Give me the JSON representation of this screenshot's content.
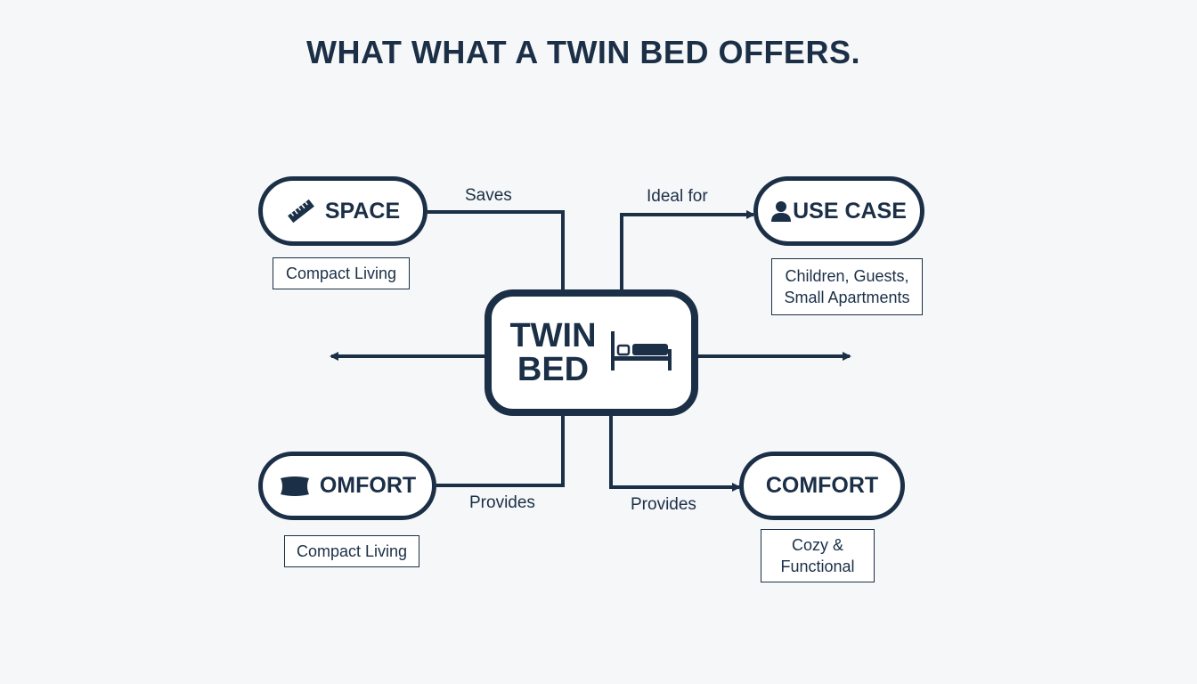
{
  "title": "WHAT WHAT A TWIN BED OFFERS.",
  "center": {
    "line1": "TWIN",
    "line2": "BED",
    "icon": "bed-icon"
  },
  "nodes": {
    "space": {
      "label": "SPACE",
      "icon": "ruler-icon"
    },
    "use_case": {
      "label": "USE CASE",
      "icon": "person-icon"
    },
    "omfort": {
      "label": "OMFORT",
      "icon": "pillow-icon"
    },
    "comfort": {
      "label": "COMFORT"
    }
  },
  "edges": {
    "saves": "Saves",
    "ideal_for": "Ideal for",
    "provides_left": "Provides",
    "provides_right": "Provides"
  },
  "notes": {
    "space": "Compact Living",
    "use_case_line1": "Children, Guests,",
    "use_case_line2": "Small Apartments",
    "omfort": "Compact Living",
    "comfort_line1": "Cozy &",
    "comfort_line2": "Functional"
  },
  "colors": {
    "primary": "#1b2f47",
    "background": "#f6f7f8"
  }
}
